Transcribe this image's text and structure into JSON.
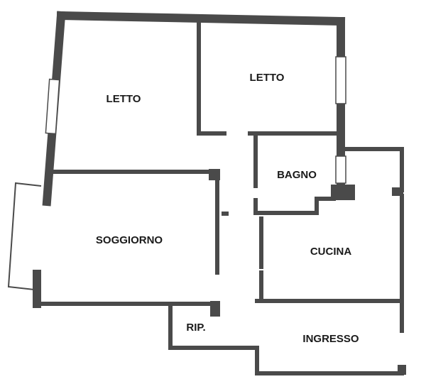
{
  "rooms": {
    "letto_1": "LETTO",
    "letto_2": "LETTO",
    "bagno": "BAGNO",
    "soggiorno": "SOGGIORNO",
    "cucina": "CUCINA",
    "ripostiglio": "RIP.",
    "ingresso": "INGRESSO"
  },
  "colors": {
    "wall": "#4a4a4a",
    "background": "#ffffff",
    "text": "#1a1a1a"
  }
}
